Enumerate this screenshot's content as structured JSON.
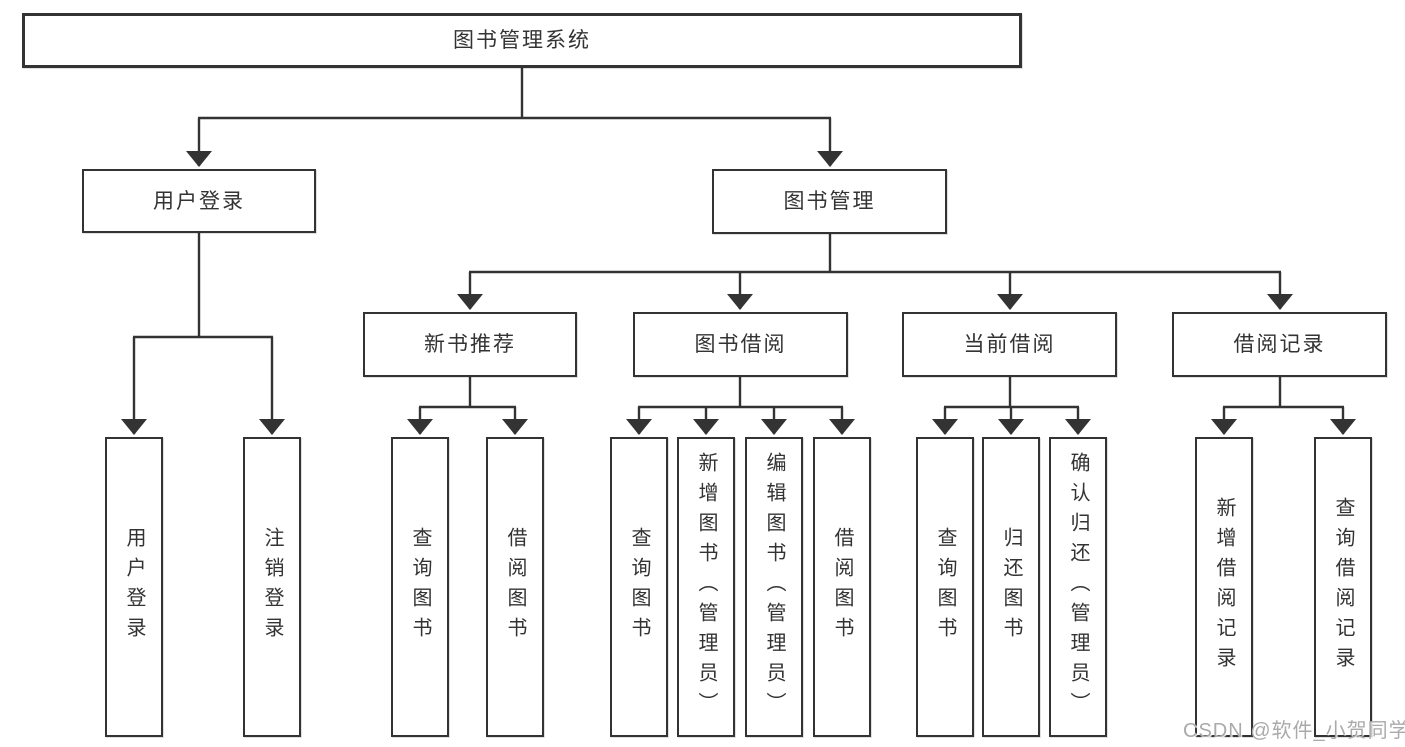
{
  "diagram": {
    "root": {
      "label": "图书管理系统"
    },
    "branches": [
      {
        "label": "用户登录",
        "children": [
          {
            "label": "用户登录"
          },
          {
            "label": "注销登录"
          }
        ]
      },
      {
        "label": "图书管理",
        "children": [
          {
            "label": "新书推荐",
            "children": [
              {
                "label": "查询图书"
              },
              {
                "label": "借阅图书"
              }
            ]
          },
          {
            "label": "图书借阅",
            "children": [
              {
                "label": "查询图书"
              },
              {
                "label": "新增图书（管理员）"
              },
              {
                "label": "编辑图书（管理员）"
              },
              {
                "label": "借阅图书"
              }
            ]
          },
          {
            "label": "当前借阅",
            "children": [
              {
                "label": "查询图书"
              },
              {
                "label": "归还图书"
              },
              {
                "label": "确认归还（管理员）"
              }
            ]
          },
          {
            "label": "借阅记录",
            "children": [
              {
                "label": "新增借阅记录"
              },
              {
                "label": "查询借阅记录"
              }
            ]
          }
        ]
      }
    ]
  },
  "watermark": {
    "text": "CSDN @软件_小贺同学"
  },
  "colors": {
    "line": "#333333",
    "box_border": "#333333",
    "text": "#333333",
    "background": "#ffffff",
    "watermark": "#aaaaaa"
  }
}
